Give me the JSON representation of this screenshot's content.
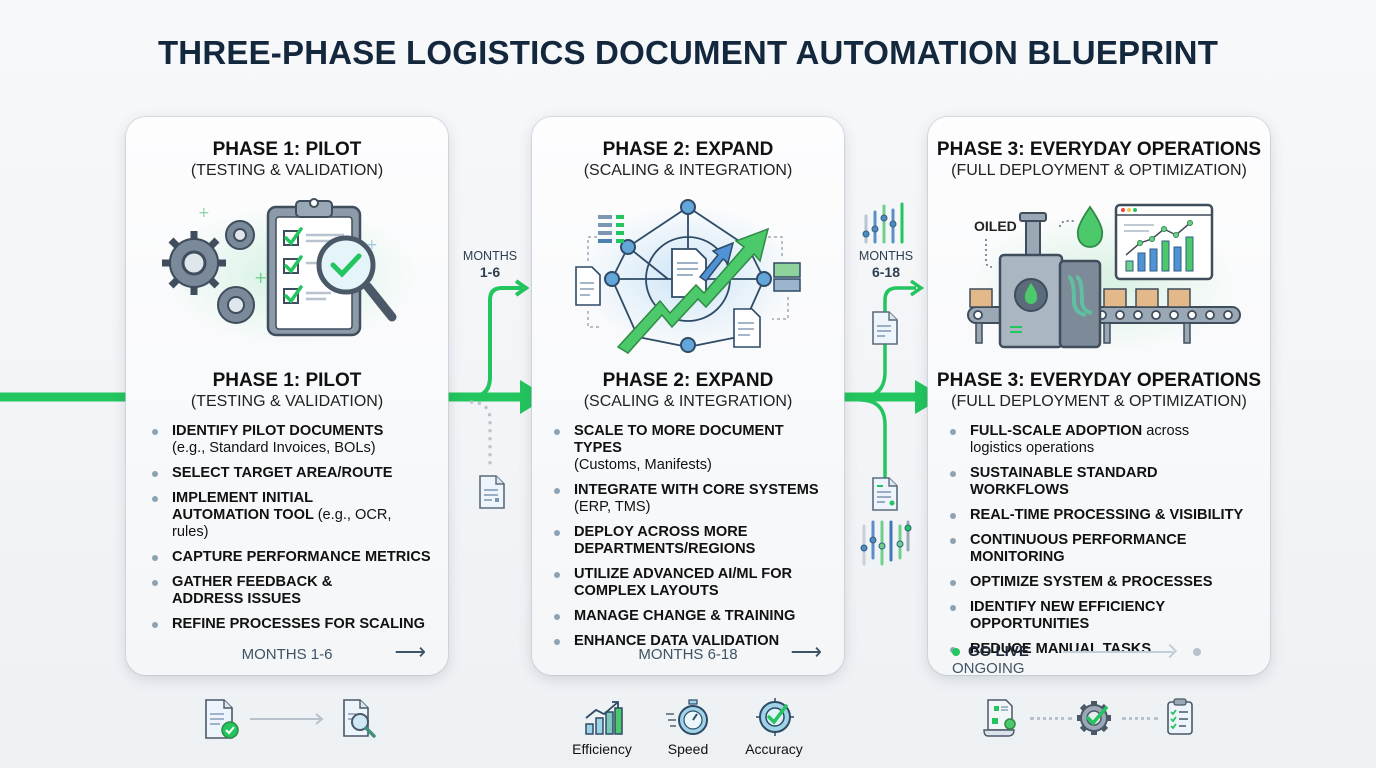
{
  "title": "THREE-PHASE LOGISTICS DOCUMENT AUTOMATION BLUEPRINT",
  "colors": {
    "accent_green": "#22c55e",
    "title_navy": "#13273d",
    "icon_slate": "#5b6b7b",
    "bullet_gray": "#8da3b3"
  },
  "phases": [
    {
      "title": "PHASE 1: PILOT",
      "subtitle": "(TESTING & VALIDATION)",
      "illustration": "gears-clipboard-magnifier-icon",
      "bullets": [
        {
          "main": "IDENTIFY PILOT DOCUMENTS",
          "detail": "(e.g., Standard Invoices, BOLs)"
        },
        {
          "main": "SELECT TARGET AREA/ROUTE",
          "detail": ""
        },
        {
          "main": "IMPLEMENT INITIAL AUTOMATION TOOL",
          "detail": "(e.g., OCR, rules)"
        },
        {
          "main": "CAPTURE PERFORMANCE METRICS",
          "detail": ""
        },
        {
          "main": "GATHER FEEDBACK & ADDRESS ISSUES",
          "detail": ""
        },
        {
          "main": "REFINE PROCESSES FOR SCALING",
          "detail": ""
        }
      ],
      "footer": "MONTHS 1-6"
    },
    {
      "title": "PHASE 2: EXPAND",
      "subtitle": "(SCALING & INTEGRATION)",
      "illustration": "network-growth-arrow-icon",
      "bullets": [
        {
          "main": "SCALE TO MORE DOCUMENT TYPES",
          "detail": "(Customs, Manifests)"
        },
        {
          "main": "INTEGRATE WITH CORE SYSTEMS",
          "detail": "(ERP, TMS)"
        },
        {
          "main": "DEPLOY ACROSS MORE DEPARTMENTS/REGIONS",
          "detail": ""
        },
        {
          "main": "UTILIZE ADVANCED AI/ML FOR COMPLEX LAYOUTS",
          "detail": ""
        },
        {
          "main": "MANAGE CHANGE & TRAINING",
          "detail": ""
        },
        {
          "main": "ENHANCE DATA VALIDATION",
          "detail": ""
        }
      ],
      "footer": "MONTHS 6-18"
    },
    {
      "title": "PHASE 3: EVERYDAY OPERATIONS",
      "subtitle": "(FULL DEPLOYMENT & OPTIMIZATION)",
      "illustration": "oiled-machine-conveyor-dashboard-icon",
      "illustration_label": "OILED",
      "bullets": [
        {
          "main": "FULL-SCALE ADOPTION",
          "detail": "across logistics operations"
        },
        {
          "main": "SUSTAINABLE STANDARD WORKFLOWS",
          "detail": ""
        },
        {
          "main": "REAL-TIME PROCESSING & VISIBILITY",
          "detail": ""
        },
        {
          "main": "CONTINUOUS PERFORMANCE MONITORING",
          "detail": ""
        },
        {
          "main": "OPTIMIZE SYSTEM & PROCESSES",
          "detail": ""
        },
        {
          "main": "IDENTIFY NEW EFFICIENCY OPPORTUNITIES",
          "detail": ""
        },
        {
          "main": "REDUCE MANUAL TASKS",
          "detail": ""
        }
      ],
      "footer_start": "GO LIVE",
      "footer_end": "ONGOING"
    }
  ],
  "connectors": [
    {
      "label_top": "MONTHS",
      "label_bottom": "1-6"
    },
    {
      "label_top": "MONTHS",
      "label_bottom": "6-18"
    }
  ],
  "bottom": {
    "phase1_icons": [
      "document-check-icon",
      "document-search-icon"
    ],
    "phase2_metrics": [
      "Efficiency",
      "Speed",
      "Accuracy"
    ],
    "phase3_icons": [
      "document-settings-icon",
      "gear-check-icon",
      "clipboard-checklist-icon"
    ]
  }
}
